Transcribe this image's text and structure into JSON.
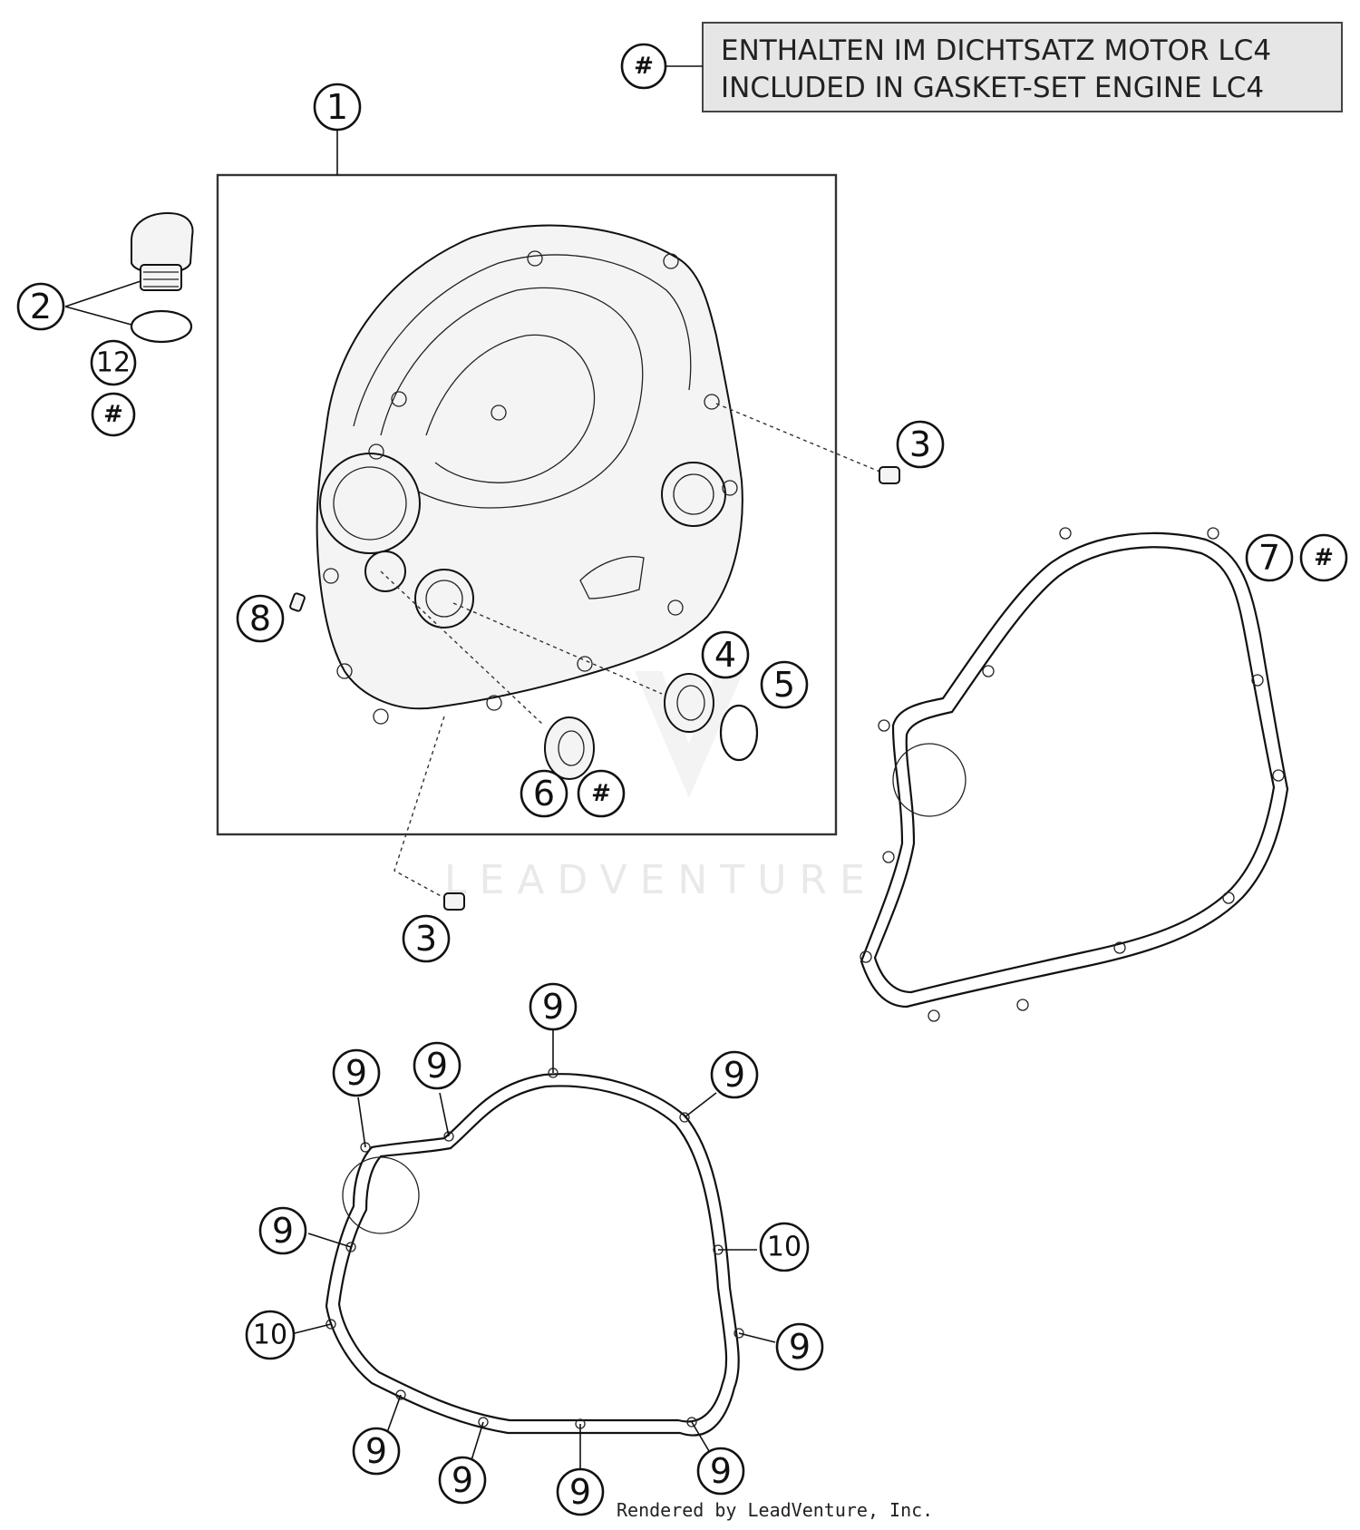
{
  "note": {
    "symbol": "#",
    "line1": "ENTHALTEN IM DICHTSATZ MOTOR LC4",
    "line2": "INCLUDED IN GASKET-SET ENGINE LC4"
  },
  "watermark": "LEADVENTURE",
  "credit": "Rendered by LeadVenture, Inc.",
  "callouts": {
    "c1": "1",
    "c2": "2",
    "c12": "12",
    "c2_hash": "#",
    "c3_top": "3",
    "c3_bottom": "3",
    "c4": "4",
    "c5": "5",
    "c6": "6",
    "c6_hash": "#",
    "c7": "7",
    "c7_hash": "#",
    "c8": "8",
    "g9_a": "9",
    "g9_b": "9",
    "g9_c": "9",
    "g9_d": "9",
    "g9_e": "9",
    "g9_f": "9",
    "g9_g": "9",
    "g9_h": "9",
    "g9_i": "9",
    "g9_j": "9",
    "g10_a": "10",
    "g10_b": "10"
  }
}
